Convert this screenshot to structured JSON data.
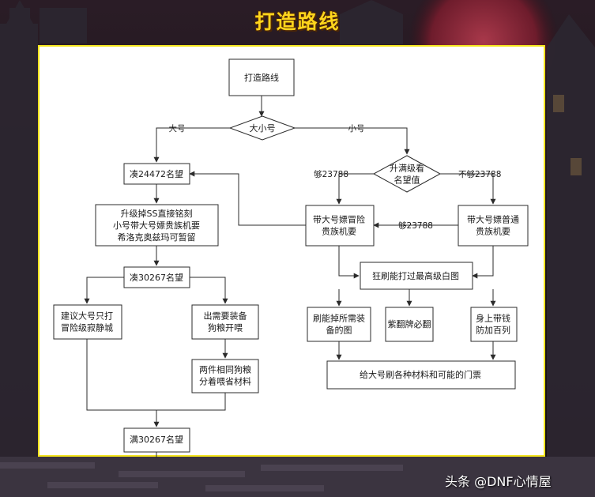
{
  "title": "打造路线",
  "watermark": "头条 @DNF心情屋",
  "colors": {
    "title": "#ffd51c",
    "panel_border": "#f3e41c",
    "line": "#2b2b2b"
  },
  "nodes": {
    "start": {
      "lines": [
        "打造路线"
      ]
    },
    "size_decision": {
      "lines": [
        "大小号"
      ]
    },
    "ling24472": {
      "lines": [
        "凑24472名望"
      ]
    },
    "upgrade_note": {
      "lines": [
        "升级掉SS直接铭刻",
        "小号带大号嫖贵族机要",
        "希洛克奥兹玛可暂留"
      ]
    },
    "ling30267": {
      "lines": [
        "凑30267名望"
      ]
    },
    "suggest": {
      "lines": [
        "建议大号只打",
        "冒险级寂静城"
      ]
    },
    "gear_drop": {
      "lines": [
        "出需要装备",
        "狗粮开喂"
      ]
    },
    "two_same": {
      "lines": [
        "两件相同狗粮",
        "分着喂省材料"
      ]
    },
    "full30267": {
      "lines": [
        "满30267名望"
      ]
    },
    "maxlevel_decision": {
      "lines": [
        "升满级看",
        "名望值"
      ]
    },
    "carry_adv": {
      "lines": [
        "带大号嫖冒险",
        "贵族机要"
      ]
    },
    "carry_normal": {
      "lines": [
        "带大号嫖普通",
        "贵族机要"
      ]
    },
    "farm_white": {
      "lines": [
        "狂刷能打过最高级白图"
      ]
    },
    "farm_map": {
      "lines": [
        "刷能掉所需装",
        "备的图"
      ]
    },
    "purple": {
      "lines": [
        "紫翻牌必翻"
      ]
    },
    "money": {
      "lines": [
        "身上带钱",
        "防加百列"
      ]
    },
    "give": {
      "lines": [
        "给大号刷各种材料和可能的门票"
      ]
    }
  },
  "edges": {
    "big": "大号",
    "small": "小号",
    "enough": "够23788",
    "not_enough": "不够23788",
    "enough_later": "够23788"
  }
}
